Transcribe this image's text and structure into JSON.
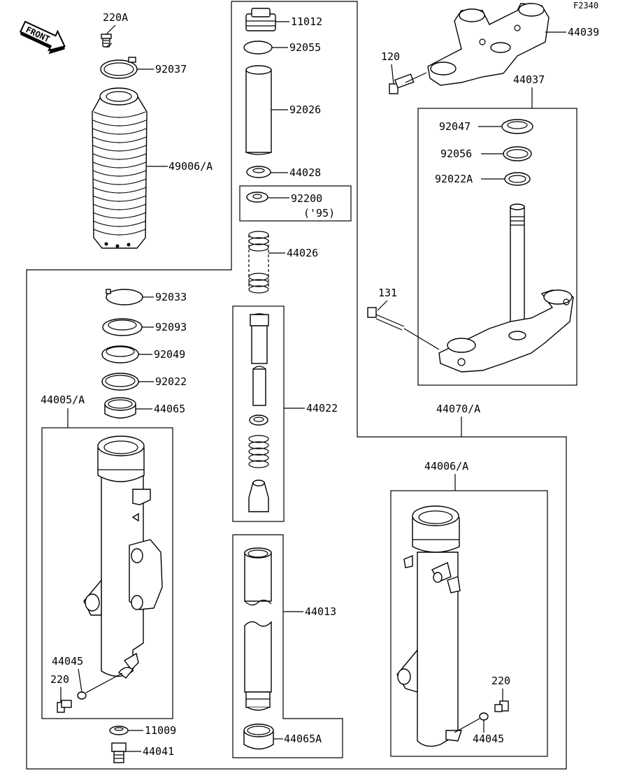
{
  "figure_code": "F2340",
  "front_arrow": "FRONT",
  "labels": {
    "p220A": "220A",
    "p92037": "92037",
    "p49006A": "49006/A",
    "p11012": "11012",
    "p92055": "92055",
    "p92026": "92026",
    "p44028": "44028",
    "p92200": "92200",
    "p92200note": "('95)",
    "p44026": "44026",
    "p44039": "44039",
    "p120": "120",
    "p44037": "44037",
    "p92047": "92047",
    "p92056": "92056",
    "p92022A": "92022A",
    "p131": "131",
    "p92033": "92033",
    "p92093": "92093",
    "p92049": "92049",
    "p92022": "92022",
    "p44065": "44065",
    "p44005A": "44005/A",
    "p44022": "44022",
    "p44070A": "44070/A",
    "p44006A": "44006/A",
    "p44013": "44013",
    "p44045L": "44045",
    "p220L": "220",
    "p11009": "11009",
    "p44041": "44041",
    "p44065A": "44065A",
    "p220R": "220",
    "p44045R": "44045"
  }
}
